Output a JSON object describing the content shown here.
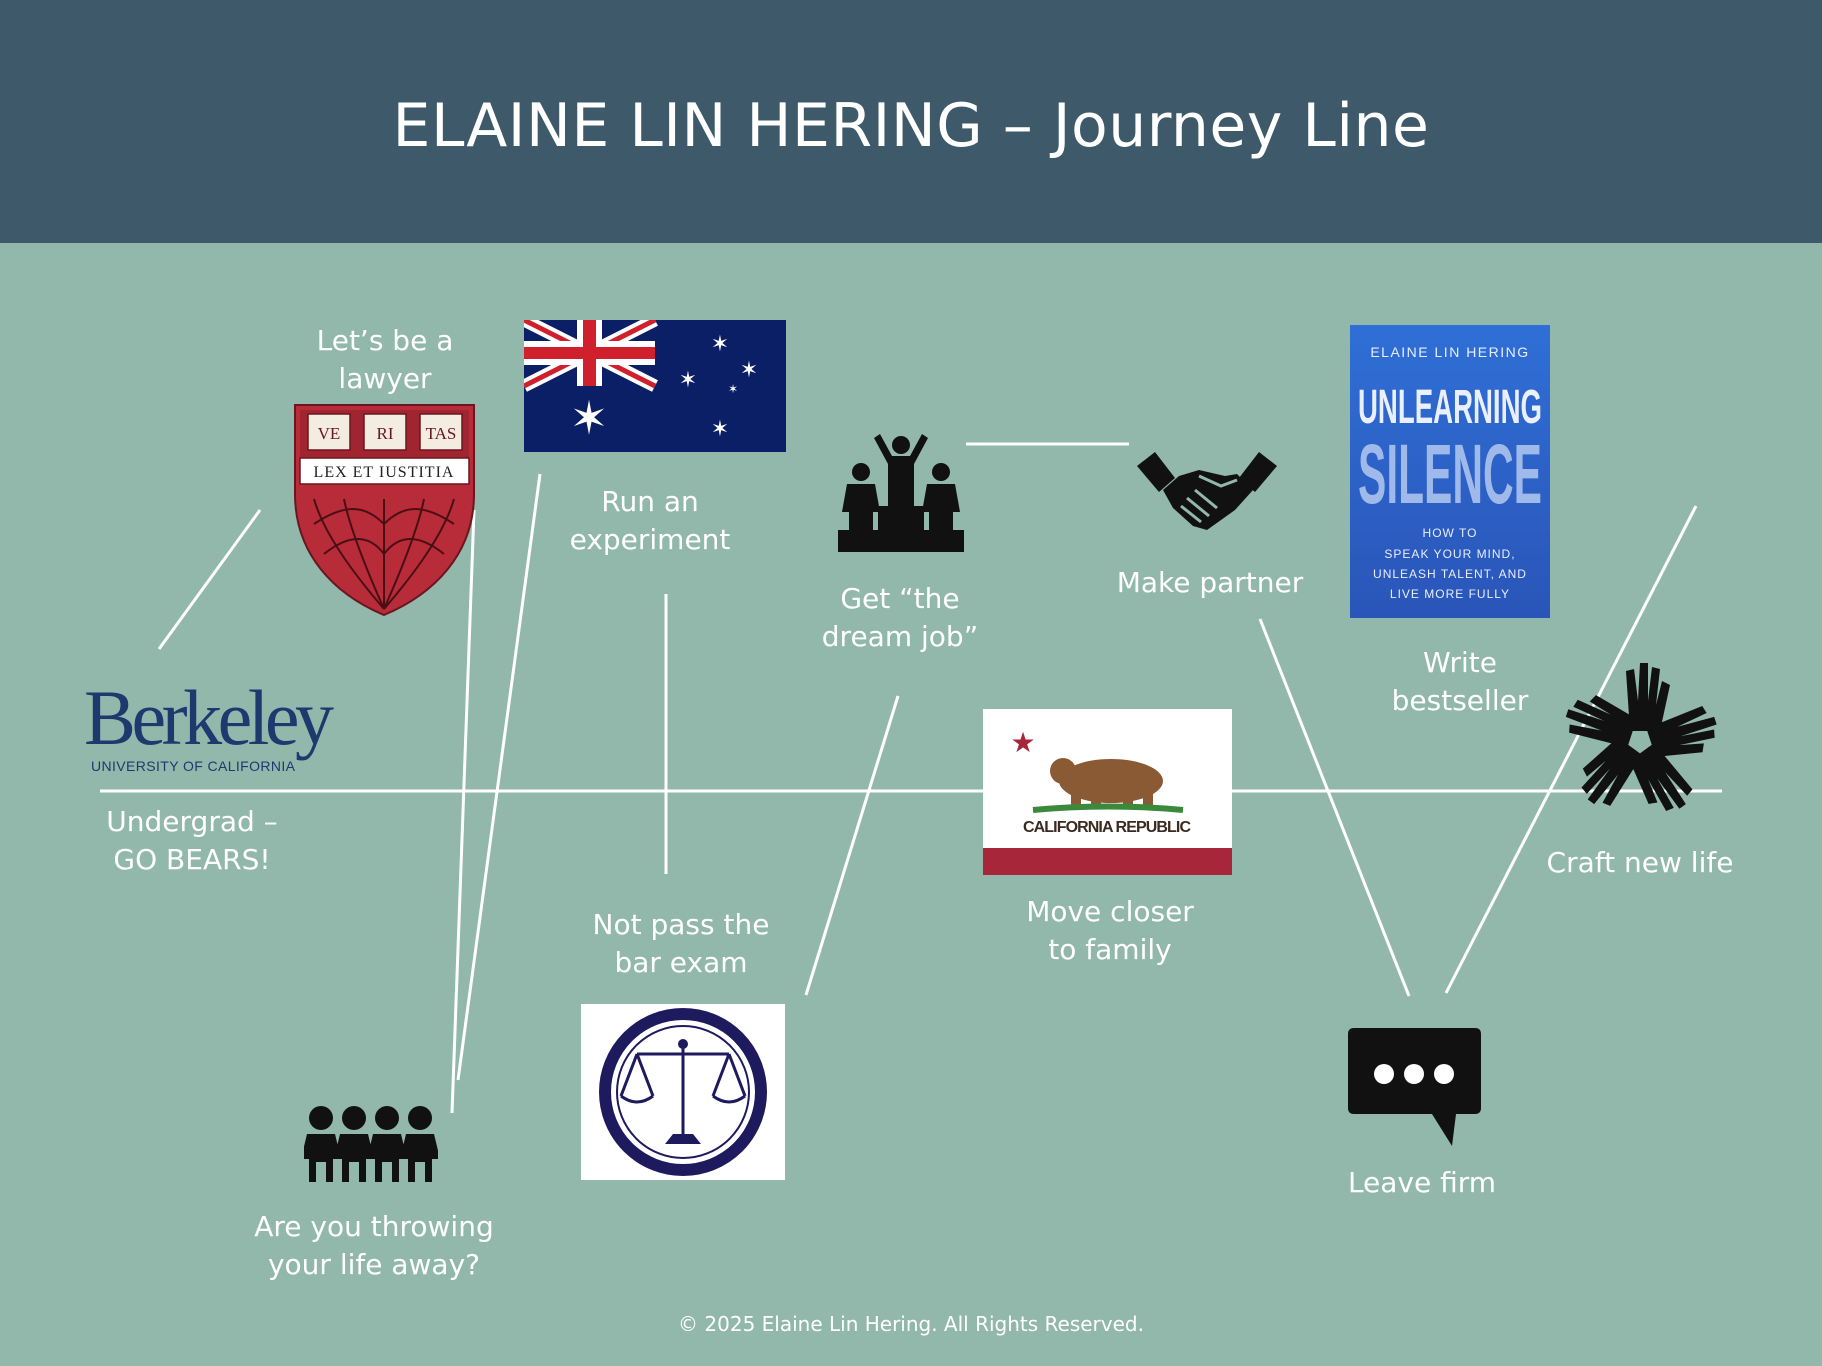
{
  "title": "ELAINE LIN HERING – Journey Line",
  "footer": "© 2025 Elaine Lin Hering. All Rights Reserved.",
  "colors": {
    "header_bg": "#3e5a6a",
    "background": "#92b8ab",
    "line": "#ffffff",
    "berkeley_blue": "#1d3a6e",
    "harvard_red": "#b82c3a",
    "flag_blue": "#0b1f66",
    "flag_red": "#d0202e",
    "book_blue": "#2d63c6"
  },
  "milestones": [
    {
      "label": "Undergrad –\nGO BEARS!",
      "icon": "berkeley-logo"
    },
    {
      "label": "Let’s be a\nlawyer",
      "icon": "harvard-law-shield"
    },
    {
      "label": "Are you throwing\nyour life away?",
      "icon": "family-icon"
    },
    {
      "label": "Run an\nexperiment",
      "icon": "australia-flag"
    },
    {
      "label": "Not pass the\nbar exam",
      "icon": "bar-exam-seal"
    },
    {
      "label": "Get “the\ndream job”",
      "icon": "podium-icon"
    },
    {
      "label": "Move closer\nto family",
      "icon": "california-flag"
    },
    {
      "label": "Make partner",
      "icon": "handshake-icon"
    },
    {
      "label": "Leave firm",
      "icon": "speech-bubble-icon"
    },
    {
      "label": "Write\nbestseller",
      "icon": "book-cover"
    },
    {
      "label": "Craft new life",
      "icon": "hands-circle-icon"
    }
  ],
  "logos": {
    "berkeley_word": "Berkeley",
    "berkeley_sub": "UNIVERSITY OF CALIFORNIA",
    "harvard_veritas": [
      "VE",
      "RI",
      "TAS"
    ],
    "harvard_motto": "LEX ET IUSTITIA",
    "california_text": "CALIFORNIA REPUBLIC"
  },
  "book": {
    "author": "ELAINE LIN HERING",
    "title_line1": "UNLEARNING",
    "title_line2": "SILENCE",
    "subtitle": [
      "HOW TO",
      "SPEAK YOUR MIND,",
      "UNLEASH TALENT, AND",
      "LIVE MORE FULLY"
    ]
  }
}
